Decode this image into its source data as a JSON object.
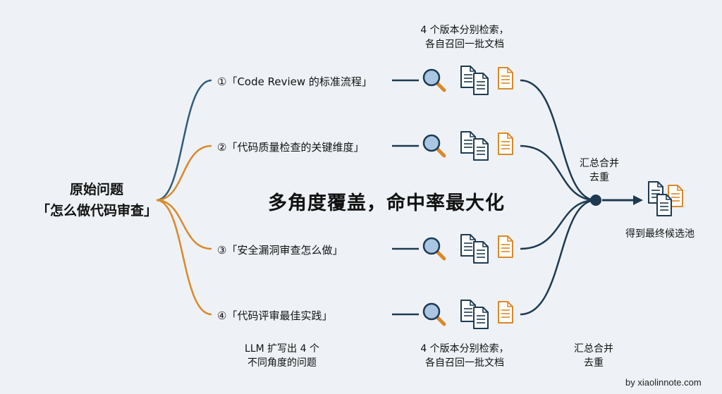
{
  "root": {
    "line1": "原始问题",
    "line2": "「怎么做代码审查」"
  },
  "slogan": "多角度覆盖，命中率最大化",
  "queries": [
    {
      "label": "①「Code Review 的标准流程」",
      "branch_color": "#2f5b7c"
    },
    {
      "label": "②「代码质量检查的关键维度」",
      "branch_color": "#d9892b"
    },
    {
      "label": "③「安全漏洞审查怎么做」",
      "branch_color": "#d9892b"
    },
    {
      "label": "④「代码评审最佳实践」",
      "branch_color": "#d9892b"
    }
  ],
  "top_note": {
    "line1": "4 个版本分别检索，",
    "line2": "各自召回一批文档"
  },
  "bottom_notes": {
    "llm": {
      "line1": "LLM 扩写出 4 个",
      "line2": "不同角度的问题"
    },
    "retrieve": {
      "line1": "4 个版本分别检索，",
      "line2": "各自召回一批文档"
    },
    "merge": {
      "line1": "汇总合并",
      "line2": "去重"
    }
  },
  "merge_note": {
    "line1": "汇总合并",
    "line2": "去重"
  },
  "result_label": "得到最终候选池",
  "footer": "by xiaolinnote.com",
  "icons": [
    "magnifier-icon",
    "document-stack-icon",
    "document-icon"
  ],
  "colors": {
    "navy": "#1e3a52",
    "blue_branch": "#2f5b7c",
    "orange": "#d9892b",
    "magnifier_fill": "#a9c6e2",
    "background": "#eef2f6"
  }
}
